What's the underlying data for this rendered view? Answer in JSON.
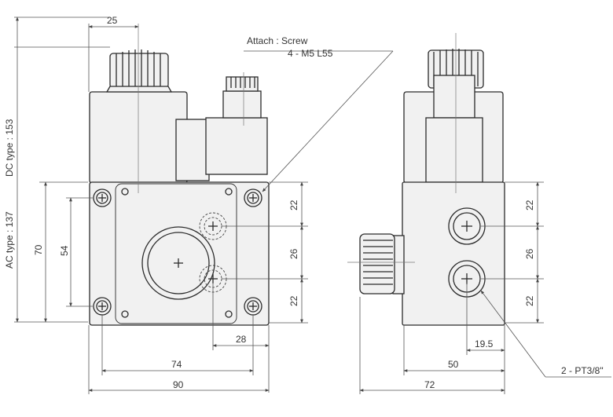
{
  "labels": {
    "attach_screw": "Attach : Screw",
    "screw_spec": "4 - M5 L55",
    "dc_type": "DC type : 153",
    "ac_type": "AC type : 137",
    "port_spec": "2 - PT3/8\""
  },
  "front_view": {
    "dim_top_offset": "25",
    "dim_height": "70",
    "dim_inner_height": "54",
    "dim_right_top": "22",
    "dim_right_mid": "26",
    "dim_right_bottom": "22",
    "dim_port_offset": "28",
    "dim_hole_pitch": "74",
    "dim_width": "90"
  },
  "side_view": {
    "dim_right_top": "22",
    "dim_right_mid": "26",
    "dim_right_bottom": "22",
    "dim_port_offset": "19.5",
    "dim_block_width": "50",
    "dim_overall_width": "72"
  },
  "colors": {
    "line": "#2b2b2b",
    "fill": "#f1f1f1",
    "text": "#333333"
  }
}
